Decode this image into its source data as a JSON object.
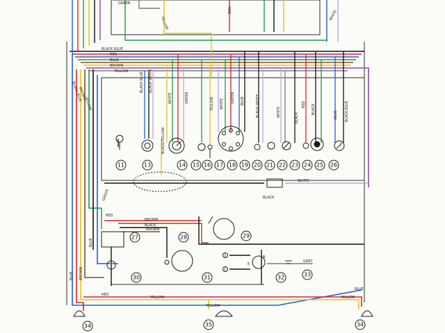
{
  "colors": {
    "red": "#d8232a",
    "blue": "#1f5fd0",
    "green": "#1c9a46",
    "yellow": "#e6c31a",
    "brown": "#8a4e1c",
    "black": "#111111",
    "white_wire": "#b9a8d8",
    "purple": "#8e4aa3",
    "grey": "#7c7c7c",
    "frame": "#2a2a2a"
  },
  "wire_labels": [
    {
      "id": "green-top",
      "text": "GREEN"
    },
    {
      "id": "yellow-top",
      "text": "YELLOW"
    },
    {
      "id": "red-top",
      "text": "RED"
    },
    {
      "id": "white-top",
      "text": "WHITE"
    },
    {
      "id": "black-blue",
      "text": "BLACK BLUE"
    },
    {
      "id": "red-harness",
      "text": "RED"
    },
    {
      "id": "blue-harness",
      "text": "BLUE"
    },
    {
      "id": "brown-harness",
      "text": "BROWN"
    },
    {
      "id": "yellow-harness",
      "text": "YELLOW"
    },
    {
      "id": "black-blue-vert",
      "text": "BLACK BLUE"
    },
    {
      "id": "brown-vert",
      "text": "BROWN"
    },
    {
      "id": "yellow-vert",
      "text": "YELLOW"
    },
    {
      "id": "black-blue-13",
      "text": "BLACK BLUE"
    },
    {
      "id": "black-white-13",
      "text": "BLACK WHITE"
    },
    {
      "id": "white-14",
      "text": "WHITE"
    },
    {
      "id": "green-14",
      "text": "GREEN"
    },
    {
      "id": "yellow-16",
      "text": "YELLOW"
    },
    {
      "id": "white-17",
      "text": "WHITE"
    },
    {
      "id": "green-18",
      "text": "GREEN"
    },
    {
      "id": "blue-19",
      "text": "BLUE"
    },
    {
      "id": "black-white-21",
      "text": "BLACK WHITE"
    },
    {
      "id": "white-22",
      "text": "WHITE"
    },
    {
      "id": "black-23",
      "text": "BLACK"
    },
    {
      "id": "red-24",
      "text": "RED"
    },
    {
      "id": "black-25",
      "text": "BLACK"
    },
    {
      "id": "blue-26",
      "text": "BLUE"
    },
    {
      "id": "black-blue-26",
      "text": "BLACK BLUE"
    },
    {
      "id": "black-yellow",
      "text": "BLACK/YELLOW"
    },
    {
      "id": "white-switch",
      "text": "WHITE"
    },
    {
      "id": "black-switch",
      "text": "BLACK"
    },
    {
      "id": "green-27",
      "text": "GREEN"
    },
    {
      "id": "red-27",
      "text": "RED"
    },
    {
      "id": "brown-27",
      "text": "BROWN"
    },
    {
      "id": "black-27",
      "text": "BLACK"
    },
    {
      "id": "brown-27b",
      "text": "BROWN"
    },
    {
      "id": "blue-30",
      "text": "BLUE"
    },
    {
      "id": "grey-33",
      "text": "GREY"
    },
    {
      "id": "blue-bottom",
      "text": "BLUE"
    },
    {
      "id": "red-bottom",
      "text": "RED"
    },
    {
      "id": "yellow-bottom-left",
      "text": "YELLOW"
    },
    {
      "id": "yellow-bottom-right",
      "text": "YELLOW"
    },
    {
      "id": "yellow-35",
      "text": "YELLOW"
    },
    {
      "id": "brown-left",
      "text": "BROWN"
    },
    {
      "id": "blue-left",
      "text": "BLUE"
    }
  ],
  "components": [
    {
      "id": "c11",
      "number": "11"
    },
    {
      "id": "c13",
      "number": "13"
    },
    {
      "id": "c14",
      "number": "14"
    },
    {
      "id": "c15",
      "number": "15"
    },
    {
      "id": "c16",
      "number": "16"
    },
    {
      "id": "c17",
      "number": "17"
    },
    {
      "id": "c18",
      "number": "18"
    },
    {
      "id": "c19",
      "number": "19"
    },
    {
      "id": "c20",
      "number": "20"
    },
    {
      "id": "c21",
      "number": "21"
    },
    {
      "id": "c22",
      "number": "22"
    },
    {
      "id": "c23",
      "number": "23"
    },
    {
      "id": "c24",
      "number": "24"
    },
    {
      "id": "c25",
      "number": "25"
    },
    {
      "id": "c26",
      "number": "26"
    },
    {
      "id": "c27",
      "number": "27"
    },
    {
      "id": "c28",
      "number": "28"
    },
    {
      "id": "c29",
      "number": "29"
    },
    {
      "id": "c30",
      "number": "30"
    },
    {
      "id": "c31",
      "number": "31"
    },
    {
      "id": "c32",
      "number": "32"
    },
    {
      "id": "c33",
      "number": "33"
    },
    {
      "id": "c34-left",
      "number": "34"
    },
    {
      "id": "c35",
      "number": "35"
    },
    {
      "id": "c34-right",
      "number": "34"
    }
  ],
  "terminal_marks": [
    {
      "id": "t-b",
      "text": "B"
    },
    {
      "id": "t-1",
      "text": "1"
    },
    {
      "id": "t-2",
      "text": "2"
    },
    {
      "id": "t-e",
      "text": "E"
    }
  ]
}
